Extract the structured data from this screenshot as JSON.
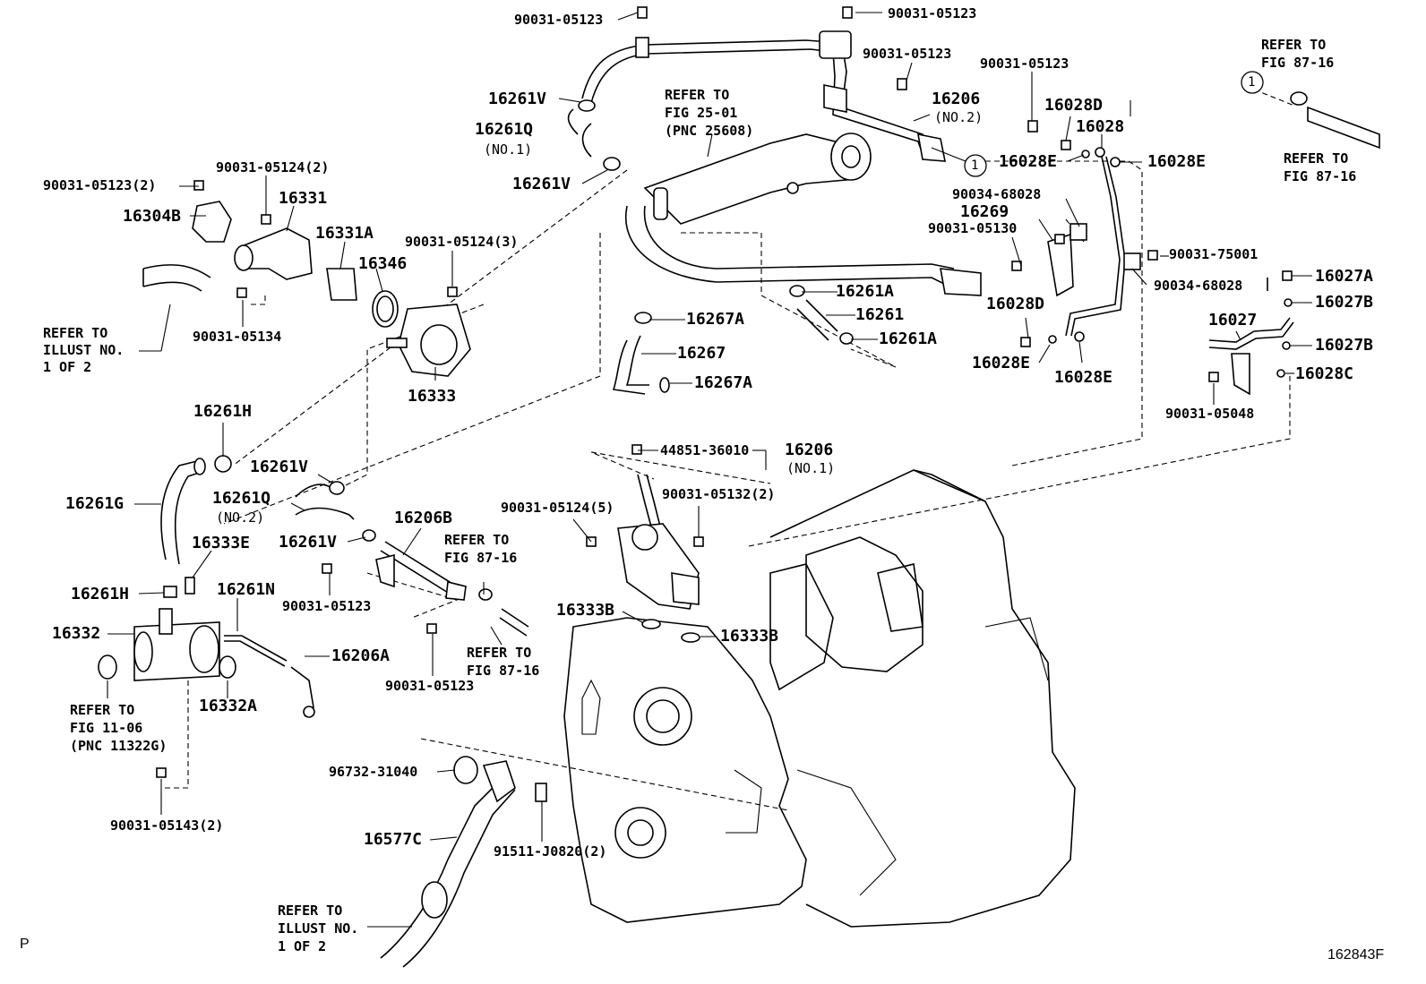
{
  "diagram": {
    "labels": {
      "bolt_top_left": "90031-05123",
      "bolt_top_mid": "90031-05123",
      "bolt_top_mid2": "90031-05123",
      "bolt_top_right": "90031-05123",
      "clamp_v_top": "16261V",
      "hose_q_no1": "16261Q",
      "hose_q_no1_sub": "(NO.1)",
      "clamp_v_mid": "16261V",
      "refer_fig25": "REFER TO\nFIG 25-01\n(PNC 25608)",
      "pipe_16206_top": "16206",
      "pipe_16206_top_sub": "(NO.2)",
      "p16028d_top": "16028D",
      "p16028": "16028",
      "p16028e_a": "16028E",
      "p16028e_b": "16028E",
      "refer_fig87_top": "REFER TO\nFIG 87-16",
      "refer_fig87_top2": "REFER TO\nFIG 87-16",
      "bolt_05123_2": "90031-05123(2)",
      "bolt_05124_2": "90031-05124(2)",
      "p16331": "16331",
      "p16304b": "16304B",
      "p16331a": "16331A",
      "p16346": "16346",
      "bolt_05124_3": "90031-05124(3)",
      "bolt_05134": "90031-05134",
      "refer_illust_top": "REFER TO\nILLUST NO.\n1 OF 2",
      "p16333": "16333",
      "nut_68028_a": "90034-68028",
      "p16269": "16269",
      "bolt_05130": "90031-05130",
      "bolt_75001": "90031-75001",
      "nut_68028_b": "90034-68028",
      "p16261a_a": "16261A",
      "p16261": "16261",
      "p16261a_b": "16261A",
      "p16267a_a": "16267A",
      "p16267": "16267",
      "p16267a_b": "16267A",
      "p16028d_b": "16028D",
      "p16028e_c": "16028E",
      "p16028e_d": "16028E",
      "p16027a": "16027A",
      "p16027b_a": "16027B",
      "p16027": "16027",
      "p16027b_b": "16027B",
      "p16028c": "16028C",
      "bolt_05048": "90031-05048",
      "p16261h_a": "16261H",
      "p16261g": "16261G",
      "p16261v_a": "16261V",
      "hose_q_no2": "16261Q",
      "hose_q_no2_sub": "(NO.2)",
      "p16261v_b": "16261V",
      "p16206b": "16206B",
      "p16333e": "16333E",
      "p16261h_b": "16261H",
      "p16261n": "16261N",
      "p16332": "16332",
      "bolt_05123_b": "90031-05123",
      "refer_fig87_mid": "REFER TO\nFIG 87-16",
      "refer_fig87_mid2": "REFER TO\nFIG 87-16",
      "p16206a": "16206A",
      "refer_fig11": "REFER TO\nFIG 11-06\n(PNC 11322G)",
      "p16332a": "16332A",
      "bolt_05123_c": "90031-05123",
      "sensor_36010": "44851-36010",
      "pipe_16206_b": "16206",
      "pipe_16206_b_sub": "(NO.1)",
      "bolt_05132": "90031-05132(2)",
      "bolt_05124_5": "90031-05124(5)",
      "p16333b_a": "16333B",
      "p16333b_b": "16333B",
      "gasket_31040": "96732-31040",
      "p16577c": "16577C",
      "bolt_j0820": "91511-J0820(2)",
      "bolt_05143": "90031-05143(2)",
      "refer_illust_bot": "REFER TO\nILLUST NO.\n1 OF 2",
      "circle_ref": "1"
    },
    "corner_left": "P",
    "corner_right": "162843F"
  }
}
